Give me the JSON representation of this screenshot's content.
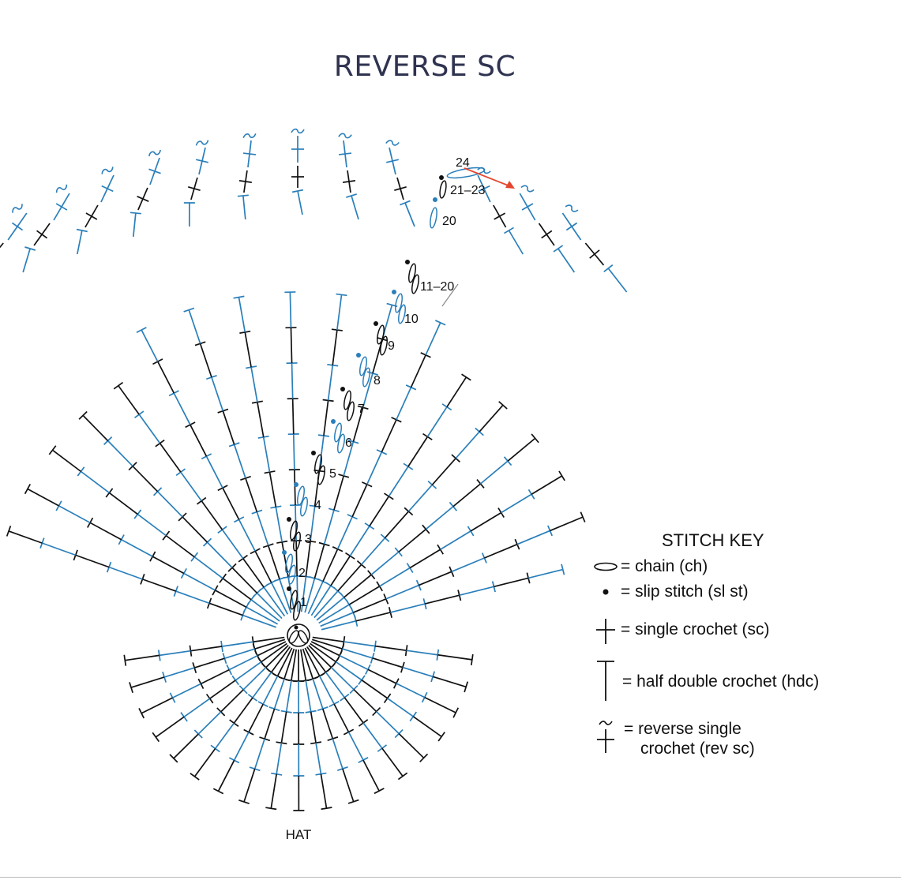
{
  "title": "REVERSE SC",
  "colors": {
    "black": "#111111",
    "blue": "#2a7fba",
    "arrow": "#e5462f",
    "title": "#2f3350"
  },
  "row_labels": [
    "1",
    "2",
    "3",
    "4",
    "5",
    "6",
    "7",
    "8",
    "9",
    "10",
    "11–20",
    "20",
    "21–23",
    "24"
  ],
  "bottom_label": "HAT",
  "stitch_key": {
    "title": "STITCH KEY",
    "items": [
      {
        "symbol": "chain",
        "text": "= chain (ch)"
      },
      {
        "symbol": "slip-stitch",
        "text": "= slip stitch (sl st)"
      },
      {
        "symbol": "single-crochet",
        "text": "= single crochet (sc)"
      },
      {
        "symbol": "half-double-crochet",
        "text": "= half double crochet (hdc)"
      },
      {
        "symbol": "reverse-single-crochet",
        "text": "= reverse single",
        "text2": "crochet (rev sc)"
      }
    ]
  }
}
